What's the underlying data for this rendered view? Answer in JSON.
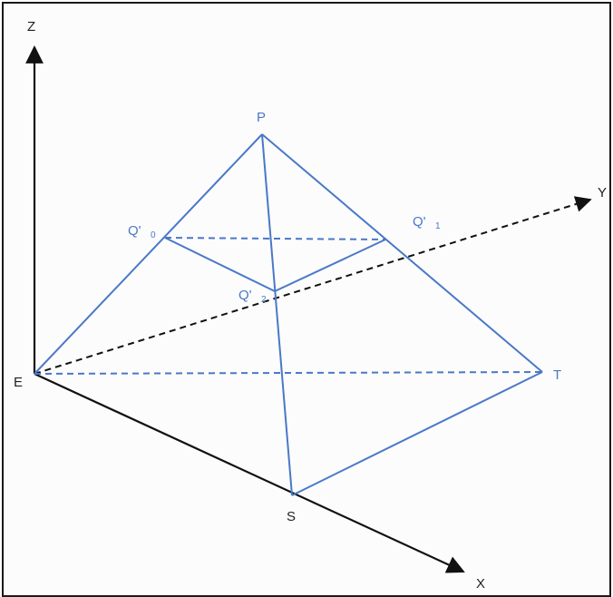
{
  "colors": {
    "edge": "#4a78c8",
    "axis": "#111111",
    "label": "#4a78c8",
    "axis_label": "#1f1f1f"
  },
  "axes": {
    "x_label": "X",
    "y_label": "Y",
    "z_label": "Z"
  },
  "points": {
    "E": "E",
    "P": "P",
    "S": "S",
    "T": "T",
    "Q0_main": "Q'",
    "Q0_sub": "0",
    "Q1_main": "Q'",
    "Q1_sub": "1",
    "Q2_main": "Q'",
    "Q2_sub": "2"
  },
  "style": {
    "hidden_edges": "dashed",
    "visible_edges": "solid"
  }
}
